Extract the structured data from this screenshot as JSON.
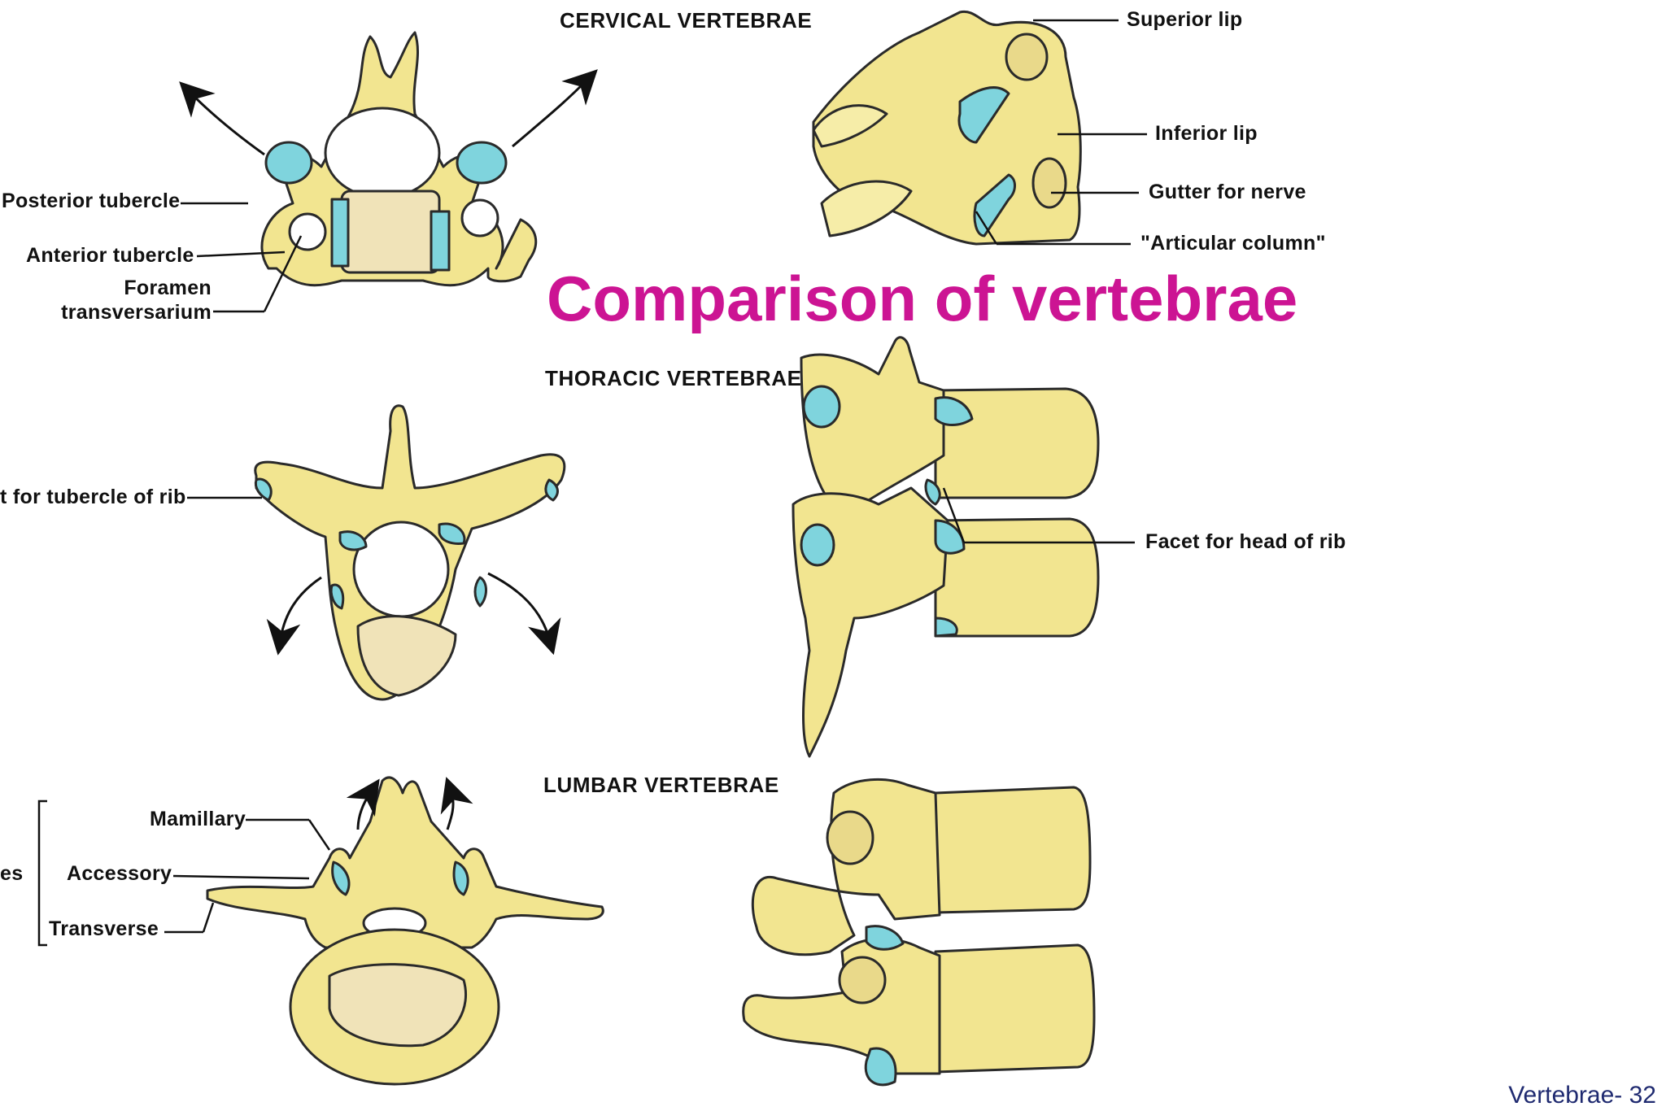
{
  "title": "Comparison of vertebrae",
  "footer": "Vertebrae- 32",
  "colors": {
    "bone": "#f2e590",
    "bone_shade": "#d8b640",
    "cartilage": "#7fd4dd",
    "outline": "#2a2a2a",
    "title": "#cc1493"
  },
  "sections": {
    "cervical": "CERVICAL VERTEBRAE",
    "thoracic": "THORACIC VERTEBRAE",
    "lumbar": "LUMBAR VERTEBRAE"
  },
  "labels": {
    "posterior_tubercle": "Posterior tubercle",
    "anterior_tubercle": "Anterior tubercle",
    "foramen": "Foramen",
    "transversarium": "transversarium",
    "superior_lip": "Superior lip",
    "inferior_lip": "Inferior lip",
    "gutter_for_nerve": "Gutter for nerve",
    "articular_column": "\"Articular column\"",
    "facet_tubercle_rib": "t for tubercle of rib",
    "facet_head_rib": "Facet for head of rib",
    "mamillary": "Mamillary",
    "accessory": "Accessory",
    "transverse": "Transverse",
    "processes_fragment": "es"
  }
}
